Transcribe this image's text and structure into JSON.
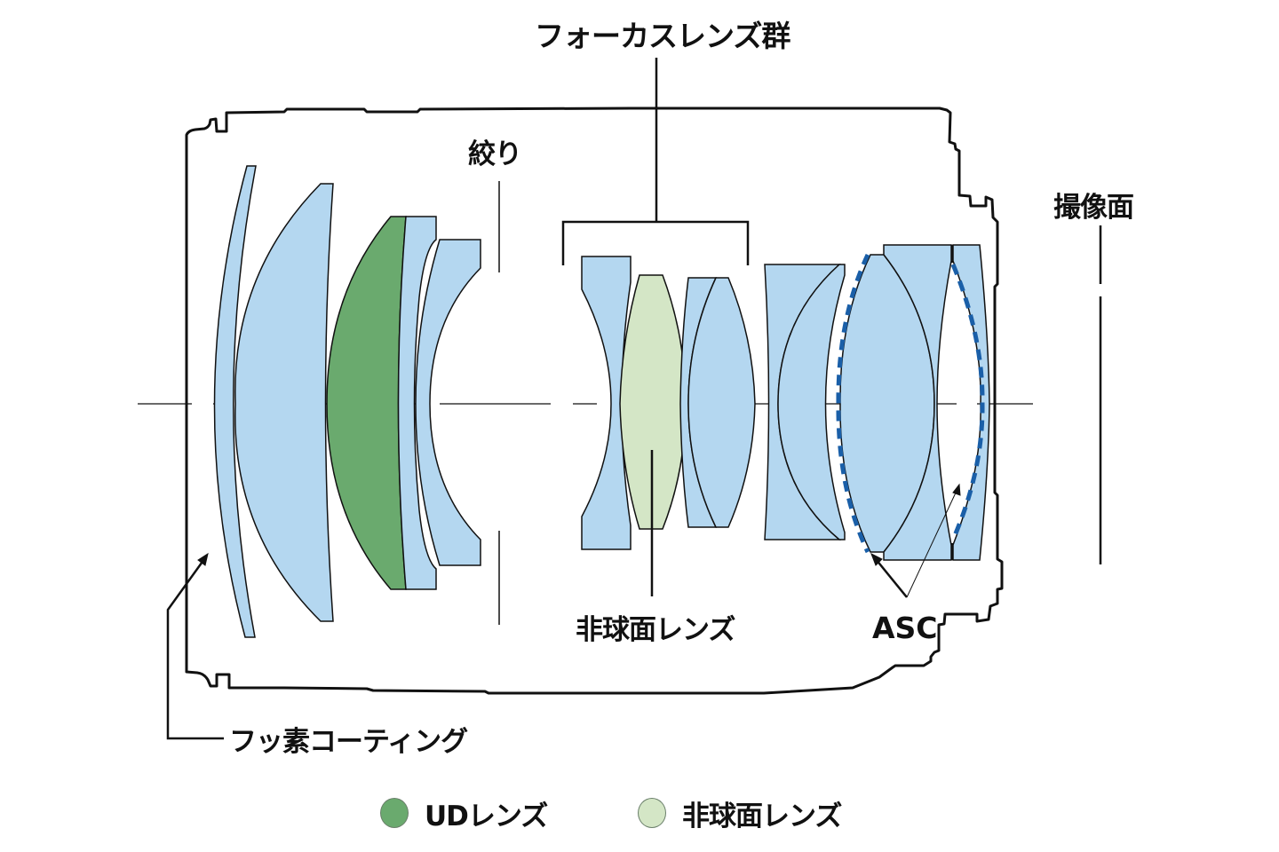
{
  "title": "Lens construction diagram",
  "labels": {
    "focus_group": "フォーカスレンズ群",
    "aperture": "絞り",
    "image_plane": "撮像面",
    "aspherical_lens": "非球面レンズ",
    "asc": "ASC",
    "fluorine_coating": "フッ素コーティング"
  },
  "legend": [
    {
      "label": "UDレンズ",
      "color": "#6aaa6e"
    },
    {
      "label": "非球面レンズ",
      "color": "#d4e6c6"
    }
  ],
  "colors": {
    "standard_lens": "#b4d7f0",
    "ud_lens": "#6aaa6e",
    "aspherical_lens": "#d4e6c6",
    "asc_coating": "#1a5fa8",
    "outline": "#111111"
  },
  "lens_elements": [
    {
      "id": 1,
      "type": "standard",
      "note": "front meniscus, fluorine coated"
    },
    {
      "id": 2,
      "type": "standard"
    },
    {
      "id": 3,
      "type": "ud"
    },
    {
      "id": 4,
      "type": "standard"
    },
    {
      "id": 5,
      "type": "standard"
    },
    {
      "id": 6,
      "type": "standard",
      "group": "focus"
    },
    {
      "id": 7,
      "type": "aspherical",
      "group": "focus"
    },
    {
      "id": 8,
      "type": "standard",
      "group": "focus"
    },
    {
      "id": 9,
      "type": "standard",
      "group": "focus"
    },
    {
      "id": 10,
      "type": "standard"
    },
    {
      "id": 11,
      "type": "standard"
    },
    {
      "id": 12,
      "type": "standard",
      "coating": "ASC"
    },
    {
      "id": 13,
      "type": "standard"
    },
    {
      "id": 14,
      "type": "standard",
      "coating": "ASC"
    }
  ]
}
